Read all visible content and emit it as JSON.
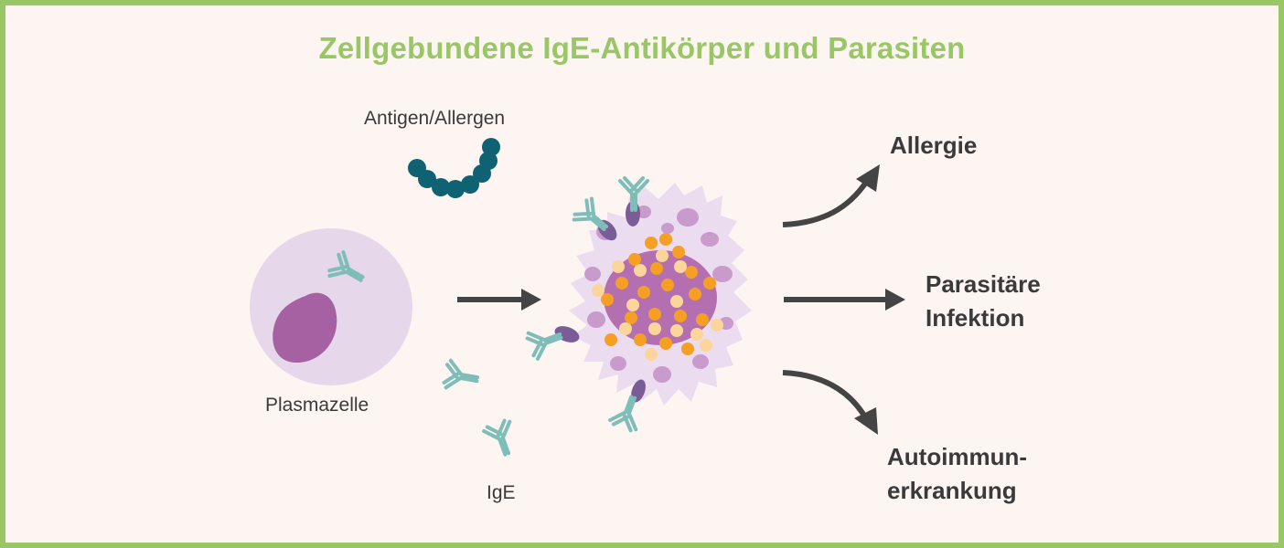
{
  "title": "Zellgebundene IgE-Antikörper und Parasiten",
  "labels": {
    "antigen": "Antigen/Allergen",
    "plasma_cell": "Plasmazelle",
    "ige": "IgE"
  },
  "outcomes": {
    "allergy": "Allergie",
    "parasite_line1": "Parasitäre",
    "parasite_line2": "Infektion",
    "autoimmune_line1": "Autoimmun-",
    "autoimmune_line2": "erkrankung"
  },
  "colors": {
    "border": "#9ac765",
    "background": "#fdf5f2",
    "antigen": "#0f6271",
    "antibody": "#7fbdb8",
    "cell_body": "#e6d7ea",
    "nucleus": "#a661a2",
    "granule_orange": "#f5a025",
    "granule_light": "#fbd59a",
    "arrow": "#444444"
  }
}
